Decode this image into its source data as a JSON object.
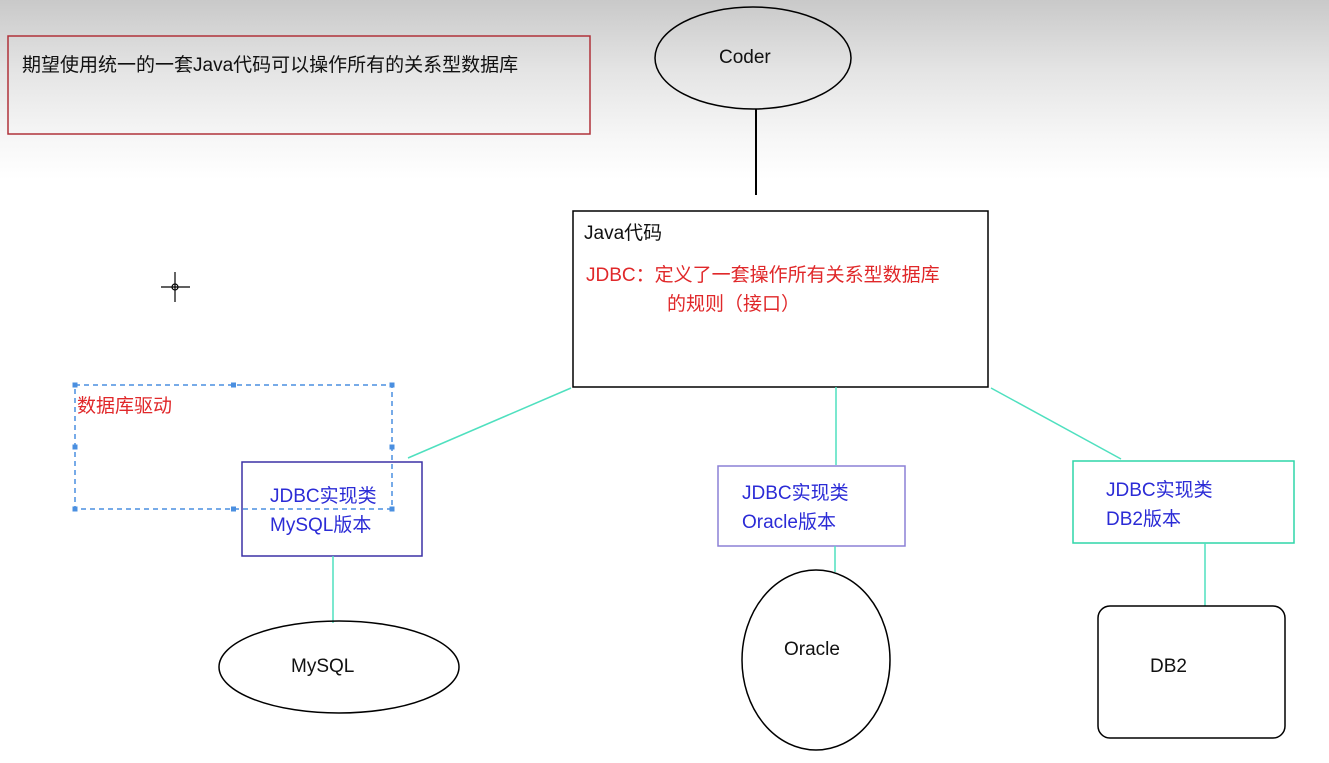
{
  "note": {
    "text": "期望使用统一的一套Java代码可以操作所有的关系型数据库"
  },
  "coder": {
    "label": "Coder"
  },
  "java_box": {
    "title": "Java代码",
    "jdbc_line1": "JDBC：定义了一套操作所有关系型数据库",
    "jdbc_line2": "的规则（接口）"
  },
  "driver_selection": {
    "label": "数据库驱动"
  },
  "impl_boxes": {
    "mysql": {
      "line1": "JDBC实现类",
      "line2": "MySQL版本"
    },
    "oracle": {
      "line1": "JDBC实现类",
      "line2": "Oracle版本"
    },
    "db2": {
      "line1": "JDBC实现类",
      "line2": "DB2版本"
    }
  },
  "databases": {
    "mysql": "MySQL",
    "oracle": "Oracle",
    "db2": "DB2"
  },
  "colors": {
    "note_border": "#b0323a",
    "text_red": "#e0282a",
    "text_blue": "#2b2bd6",
    "connector": "#4fe0bf",
    "selection": "#4a8fe0",
    "mysql_border": "#3b31a6",
    "oracle_border": "#8c80d6",
    "db2_border": "#2fd6a8"
  }
}
